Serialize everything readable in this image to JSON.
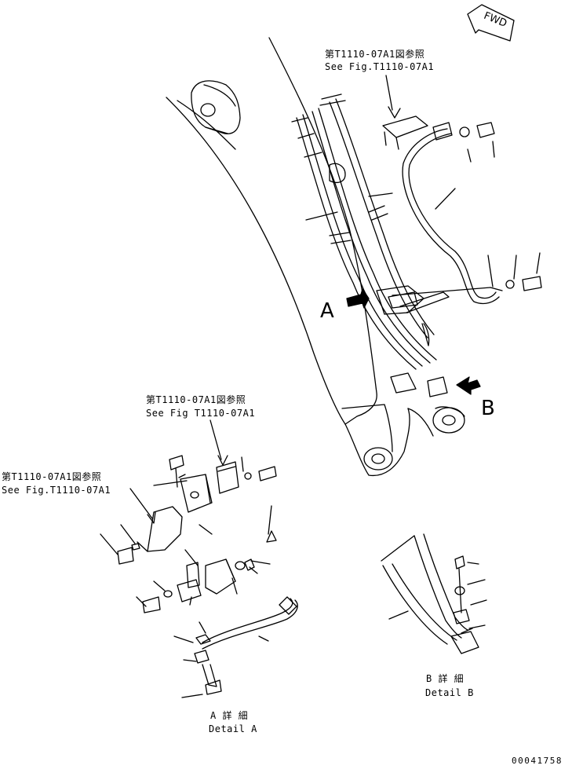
{
  "fwd_label": "FWD",
  "refs": {
    "top": {
      "jp": "第T1110-07A1図参照",
      "en": "See Fig.T1110-07A1"
    },
    "mid": {
      "jp": "第T1110-07A1図参照",
      "en": "See Fig T1110-07A1"
    },
    "left": {
      "jp": "第T1110-07A1図参照",
      "en": "See Fig.T1110-07A1"
    }
  },
  "callouts": {
    "a": "A",
    "b": "B"
  },
  "details": {
    "a": {
      "jp": "A 詳 細",
      "en": "Detail A"
    },
    "b": {
      "jp": "B 詳 細",
      "en": "Detail B"
    }
  },
  "figure_number": "00041758"
}
